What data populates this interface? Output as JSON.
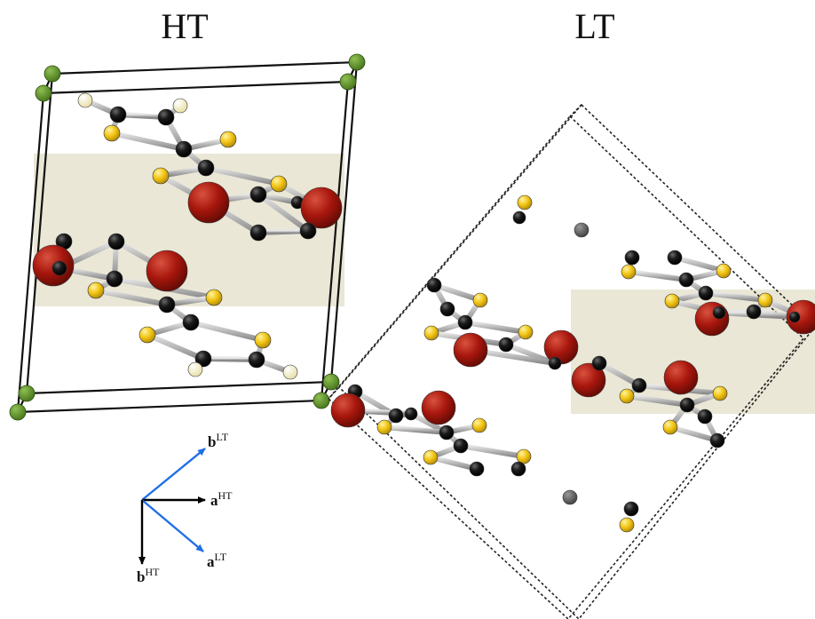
{
  "panels": {
    "left_title": "HT",
    "right_title": "LT"
  },
  "axes": {
    "b_lt": {
      "main": "b",
      "sup": "LT"
    },
    "a_ht": {
      "main": "a",
      "sup": "HT"
    },
    "a_lt": {
      "main": "a",
      "sup": "LT"
    },
    "b_ht": {
      "main": "b",
      "sup": "HT"
    }
  },
  "colors": {
    "carbon": "#111111",
    "sulfur": "#f2c412",
    "metal": "#a8170d",
    "hydrogen": "#f7f3c8",
    "cell_corner": "#5a8c26",
    "layer_highlight": "#e8e4d2",
    "axis_ht": "#000000",
    "axis_lt": "#1f6fe6",
    "disorder_atom": "#555555"
  }
}
